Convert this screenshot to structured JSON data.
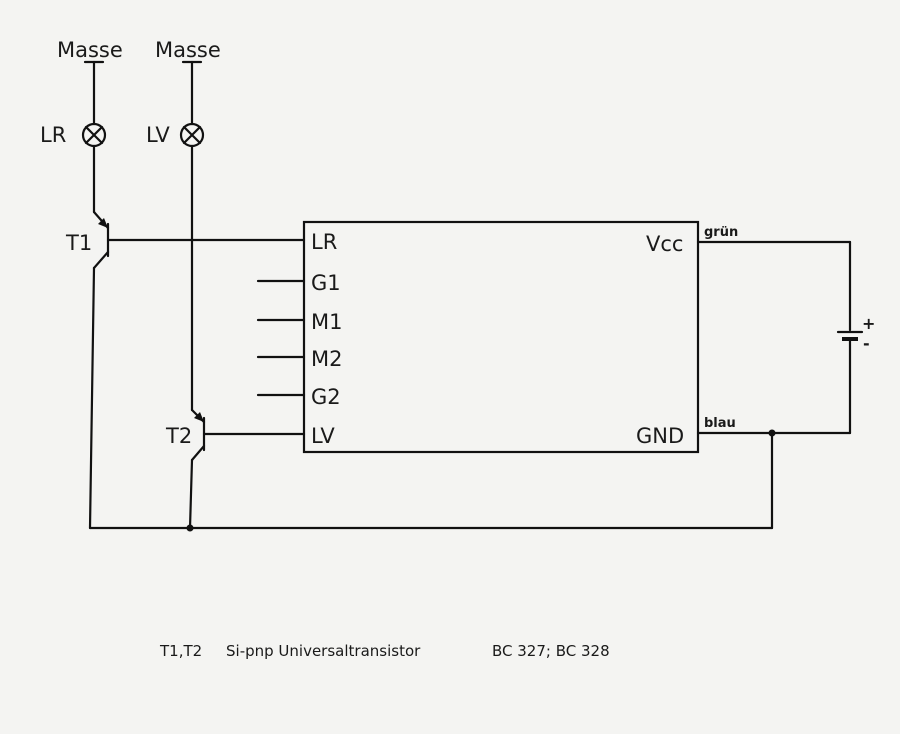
{
  "ground_labels": [
    "Masse",
    "Masse"
  ],
  "lamps": [
    "LR",
    "LV"
  ],
  "transistors": [
    "T1",
    "T2"
  ],
  "module": {
    "left_pins": [
      "LR",
      "G1",
      "M1",
      "M2",
      "G2",
      "LV"
    ],
    "right_pins": [
      "Vcc",
      "GND"
    ],
    "wire_labels": [
      "grün",
      "blau"
    ]
  },
  "battery_polarity": [
    "+",
    "-"
  ],
  "footnote": {
    "parts": "T1,T2",
    "type": "Si-pnp Universaltransistor",
    "models": "BC 327; BC 328"
  }
}
